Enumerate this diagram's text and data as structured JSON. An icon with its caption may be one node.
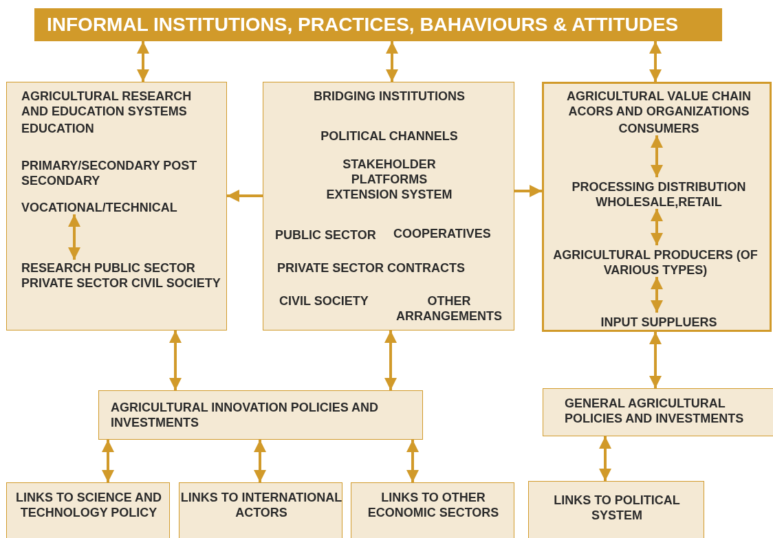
{
  "diagram": {
    "nodes": [
      {
        "text": [
          "INFORMAL INSTITUTIONS, PRACTICES, BAHAVIOURS & ATTITUDES"
        ]
      },
      {
        "text": [
          "AGRICULTURAL RESEARCH AND EDUCATION SYSTEMS"
        ]
      },
      {
        "text": [
          "EDUCATION",
          "PRIMARY/SECONDARY POST SECONDARY",
          "VOCATIONAL/TECHNICAL"
        ],
        "in": 1
      },
      {
        "text": [
          "RESEARCH PUBLIC SECTOR PRIVATE SECTOR CIVIL SOCIETY"
        ],
        "in": 1
      },
      {
        "text": [
          "BRIDGING INSTITUTIONS",
          "POLITICAL CHANNELS",
          "STAKEHOLDER PLATFORMS EXTENSION SYSTEM",
          "PUBLIC SECTOR",
          "COOPERATIVES",
          "PRIVATE SECTOR CONTRACTS",
          "CIVIL SOCIETY",
          "OTHER ARRANGEMENTS"
        ]
      },
      {
        "text": [
          "AGRICULTURAL VALUE CHAIN ACORS AND ORGANIZATIONS"
        ]
      },
      {
        "text": [
          "CONSUMERS"
        ],
        "in": 5
      },
      {
        "text": [
          "PROCESSING DISTRIBUTION WHOLESALE,RETAIL"
        ],
        "in": 5
      },
      {
        "text": [
          "AGRICULTURAL PRODUCERS (OF VARIOUS TYPES)"
        ],
        "in": 5
      },
      {
        "text": [
          "INPUT SUPPLUERS"
        ],
        "in": 5
      },
      {
        "text": [
          "AGRICULTURAL INNOVATION POLICIES AND INVESTMENTS"
        ]
      },
      {
        "text": [
          "GENERAL AGRICULTURAL POLICIES AND INVESTMENTS"
        ]
      },
      {
        "text": [
          "LINKS TO SCIENCE AND TECHNOLOGY POLICY"
        ]
      },
      {
        "text": [
          "LINKS TO INTERNATIONAL ACTORS"
        ]
      },
      {
        "text": [
          "LINKS TO OTHER ECONOMIC SECTORS"
        ]
      },
      {
        "text": [
          "LINKS TO POLITICAL SYSTEM"
        ]
      }
    ],
    "edges": [
      {
        "from": 0,
        "to": 1,
        "arrow": "both"
      },
      {
        "from": 0,
        "to": 4,
        "arrow": "both"
      },
      {
        "from": 0,
        "to": 5,
        "arrow": "both"
      },
      {
        "from": 4,
        "to": 1,
        "arrow": "to"
      },
      {
        "from": 4,
        "to": 5,
        "arrow": "to"
      },
      {
        "from": 2,
        "to": 3,
        "arrow": "both"
      },
      {
        "from": 6,
        "to": 7,
        "arrow": "both"
      },
      {
        "from": 7,
        "to": 8,
        "arrow": "both"
      },
      {
        "from": 8,
        "to": 9,
        "arrow": "both"
      },
      {
        "from": 1,
        "to": 10,
        "arrow": "both"
      },
      {
        "from": 4,
        "to": 10,
        "arrow": "both"
      },
      {
        "from": 5,
        "to": 11,
        "arrow": "both"
      },
      {
        "from": 10,
        "to": 12,
        "arrow": "both"
      },
      {
        "from": 10,
        "to": 13,
        "arrow": "both"
      },
      {
        "from": 10,
        "to": 14,
        "arrow": "both"
      },
      {
        "from": 11,
        "to": 15,
        "arrow": "both"
      }
    ]
  }
}
